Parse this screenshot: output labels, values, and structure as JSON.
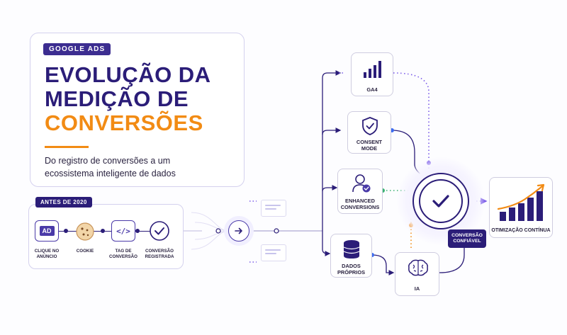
{
  "hero": {
    "tag": "GOOGLE ADS",
    "title_line1": "EVOLUÇÃO DA",
    "title_line2": "MEDIÇÃO DE",
    "title_line3": "CONVERSÕES",
    "subtitle": "Do registro de conversões a um ecossistema inteligente de dados"
  },
  "legacy": {
    "badge": "ANTES DE 2020",
    "steps": [
      {
        "label": "CLIQUE NO ANÚNCIO",
        "icon": "ad-click-icon",
        "icon_text": "AD"
      },
      {
        "label": "COOKIE",
        "icon": "cookie-icon"
      },
      {
        "label": "TAG DE CONVERSÃO",
        "icon": "code-tag-icon",
        "icon_text": "</>"
      },
      {
        "label": "CONVERSÃO REGISTRADA",
        "icon": "check-circle-icon"
      }
    ]
  },
  "nodes": {
    "ga4": {
      "label": "GA4",
      "icon": "bar-chart-icon"
    },
    "consent": {
      "label": "CONSENT MODE",
      "icon": "shield-check-icon"
    },
    "enhanced": {
      "label": "ENHANCED CONVERSIONS",
      "icon": "user-check-icon"
    },
    "first_party": {
      "label": "DADOS PRÓPRIOS",
      "icon": "database-icon"
    },
    "ai": {
      "label": "IA",
      "icon": "brain-icon"
    }
  },
  "hub": {
    "caption": "CONVERSÃO CONFIÁVEL",
    "icon": "check-circle-icon"
  },
  "output": {
    "label": "OTIMIZAÇÃO CONTÍNUA",
    "icon": "growth-chart-icon"
  },
  "colors": {
    "primary": "#2b1d78",
    "accent": "#f28b14",
    "blue_dot": "#3b6cf0",
    "green_dot": "#3bb273",
    "purple_dot": "#7a5ae8"
  }
}
